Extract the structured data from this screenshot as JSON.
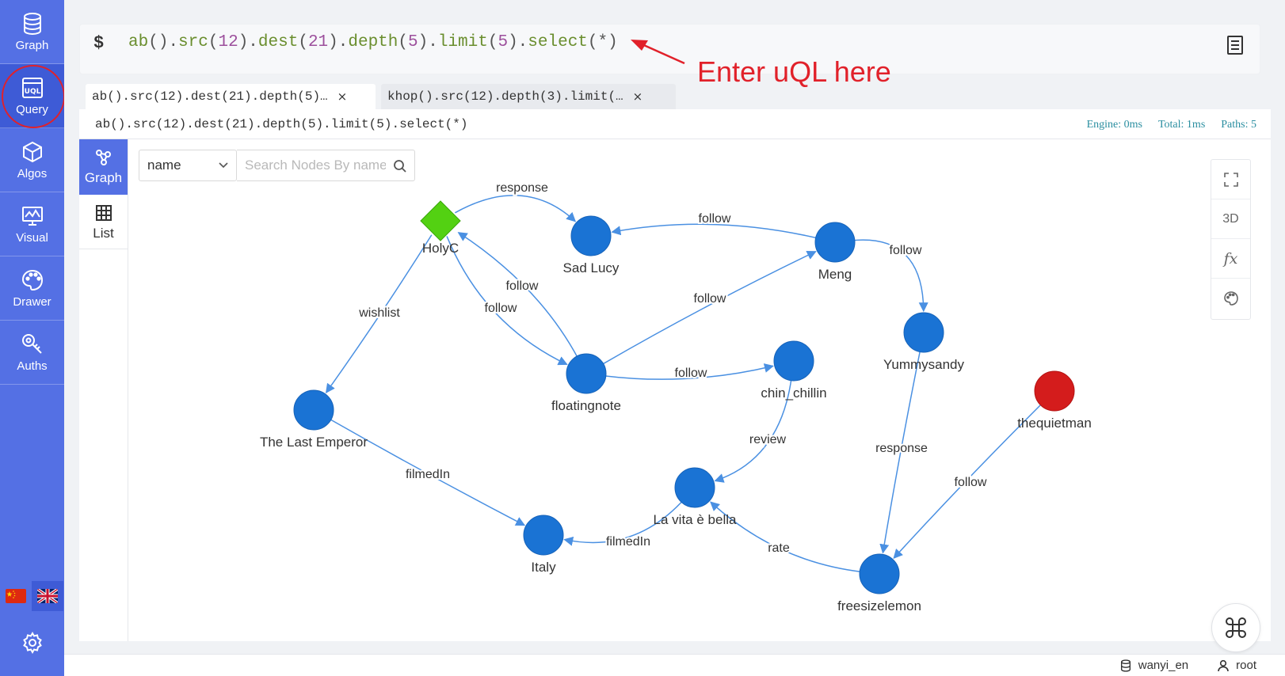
{
  "sidebar": {
    "items": [
      {
        "label": "Graph",
        "icon": "database-icon"
      },
      {
        "label": "Query",
        "icon": "uql-icon"
      },
      {
        "label": "Algos",
        "icon": "cube-icon"
      },
      {
        "label": "Visual",
        "icon": "monitor-chart-icon"
      },
      {
        "label": "Drawer",
        "icon": "palette-icon"
      },
      {
        "label": "Auths",
        "icon": "key-icon"
      }
    ],
    "active": "Query"
  },
  "query": {
    "prompt": "$",
    "text": "ab().src(12).dest(21).depth(5).limit(5).select(*)"
  },
  "annotation": "Enter uQL here",
  "tabs": [
    {
      "label": "ab().src(12).dest(21).depth(5)…",
      "close": "×"
    },
    {
      "label": "khop().src(12).depth(3).limit(…",
      "close": "×"
    }
  ],
  "result": {
    "statement": "ab().src(12).dest(21).depth(5).limit(5).select(*)",
    "engine": "Engine: 0ms",
    "total": "Total: 1ms",
    "paths": "Paths: 5"
  },
  "views": [
    {
      "label": "Graph",
      "icon": "graph-icon"
    },
    {
      "label": "List",
      "icon": "table-icon"
    }
  ],
  "search": {
    "field": "name",
    "placeholder": "Search Nodes By name"
  },
  "tools": [
    {
      "label": "",
      "icon": "fullscreen-icon"
    },
    {
      "label": "3D",
      "icon": "3d-icon"
    },
    {
      "label": "fx",
      "icon": "function-icon"
    },
    {
      "label": "",
      "icon": "palette-icon"
    }
  ],
  "graph": {
    "colors": {
      "node": "#1a73d4",
      "start": "#53d112",
      "isolated": "#d41c1c",
      "edge": "#4a90e2"
    },
    "nodes": [
      {
        "id": "holyc",
        "label": "HolyC",
        "shape": "diamond"
      },
      {
        "id": "sadlucy",
        "label": "Sad Lucy"
      },
      {
        "id": "meng",
        "label": "Meng"
      },
      {
        "id": "yummysandy",
        "label": "Yummysandy"
      },
      {
        "id": "floatingnote",
        "label": "floatingnote"
      },
      {
        "id": "chinchillin",
        "label": "chin_chillin"
      },
      {
        "id": "lastemperor",
        "label": "The Last Emperor"
      },
      {
        "id": "thequietman",
        "label": "thequietman"
      },
      {
        "id": "lavita",
        "label": "La vita è bella"
      },
      {
        "id": "italy",
        "label": "Italy"
      },
      {
        "id": "freesizelemon",
        "label": "freesizelemon"
      }
    ],
    "edges": [
      {
        "from": "holyc",
        "to": "sadlucy",
        "label": "response"
      },
      {
        "from": "meng",
        "to": "sadlucy",
        "label": "follow"
      },
      {
        "from": "meng",
        "to": "yummysandy",
        "label": "follow"
      },
      {
        "from": "floatingnote",
        "to": "holyc",
        "label": "follow"
      },
      {
        "from": "holyc",
        "to": "floatingnote",
        "label": "follow"
      },
      {
        "from": "floatingnote",
        "to": "meng",
        "label": "follow"
      },
      {
        "from": "floatingnote",
        "to": "chinchillin",
        "label": "follow"
      },
      {
        "from": "holyc",
        "to": "lastemperor",
        "label": "wishlist"
      },
      {
        "from": "chinchillin",
        "to": "lavita",
        "label": "review"
      },
      {
        "from": "yummysandy",
        "to": "freesizelemon",
        "label": "response"
      },
      {
        "from": "thequietman",
        "to": "freesizelemon",
        "label": "follow"
      },
      {
        "from": "lastemperor",
        "to": "italy",
        "label": "filmedIn"
      },
      {
        "from": "lavita",
        "to": "italy",
        "label": "filmedIn"
      },
      {
        "from": "freesizelemon",
        "to": "lavita",
        "label": "rate"
      }
    ]
  },
  "status": {
    "database": "wanyi_en",
    "user": "root"
  }
}
